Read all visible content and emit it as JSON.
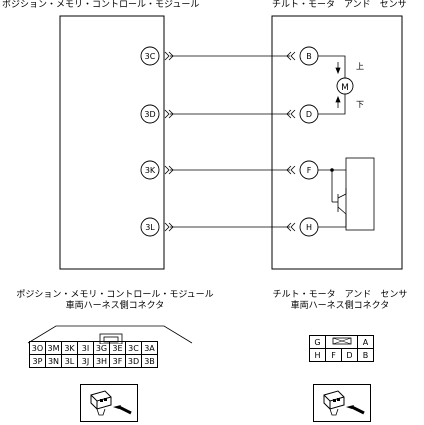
{
  "titles": {
    "module": "ポジション・メモリ・コントロール・モジュール",
    "sensor": "チルト・モータ　アンド　センサ"
  },
  "module_pins": [
    "3C",
    "3D",
    "3K",
    "3L"
  ],
  "sensor_pins": [
    "B",
    "D",
    "F",
    "H"
  ],
  "motor": {
    "symbol": "M",
    "up": "上",
    "down": "下"
  },
  "module_connector": {
    "title_line1": "ポジション・メモリ・コントロール・モジュール",
    "title_line2": "車両ハーネス側コネクタ",
    "rows": [
      [
        "3O",
        "3M",
        "3K",
        "3I",
        "3G",
        "3E",
        "3C",
        "3A"
      ],
      [
        "3P",
        "3N",
        "3L",
        "3J",
        "3H",
        "3F",
        "3D",
        "3B"
      ]
    ]
  },
  "sensor_connector": {
    "title_line1": "チルト・モータ　アンド　センサ",
    "title_line2": "車両ハーネス側コネクタ",
    "top_row": [
      "G",
      "",
      "A"
    ],
    "bottom_row": [
      "H",
      "F",
      "D",
      "B"
    ]
  }
}
